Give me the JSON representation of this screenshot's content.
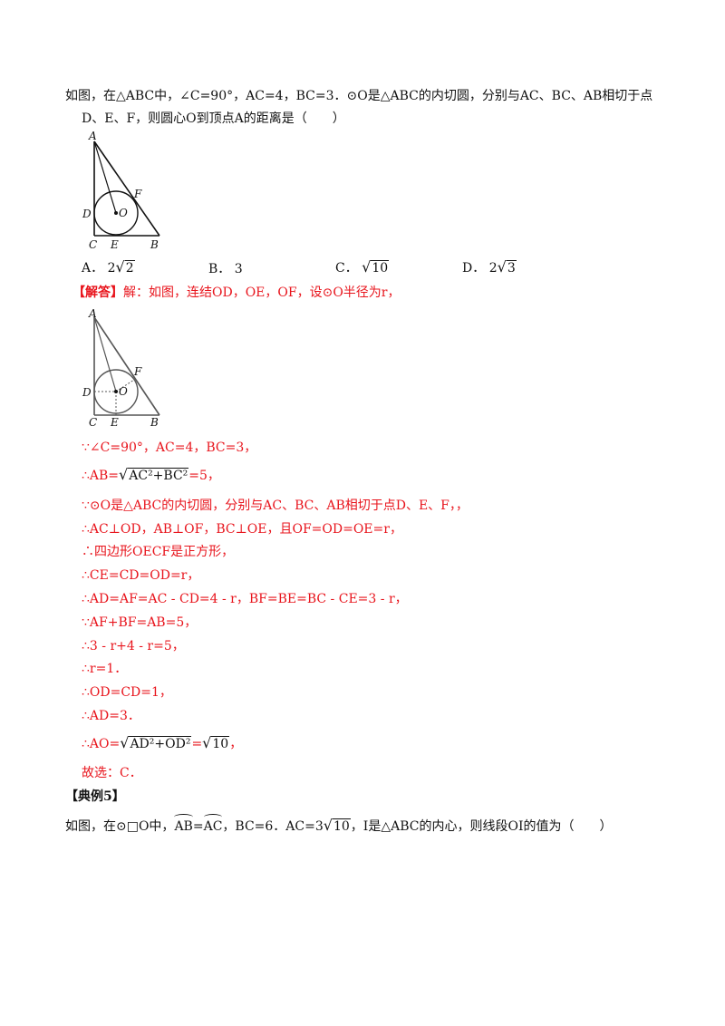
{
  "question": {
    "line1": "如图，在△ABC中，∠C=90°，AC=4，BC=3．⊙O是△ABC的内切圆，分别与AC、BC、AB相切于点",
    "line2": "D、E、F，则圆心O到顶点A的距离是（　　）"
  },
  "figure_labels": {
    "A": "A",
    "B": "B",
    "C": "C",
    "D": "D",
    "E": "E",
    "F": "F",
    "O": "O"
  },
  "options": {
    "a_label": "A．",
    "a_coef": "2",
    "a_rad": "2",
    "b_label": "B．",
    "b_val": "3",
    "c_label": "C．",
    "c_rad": "10",
    "d_label": "D．",
    "d_coef": "2",
    "d_rad": "3"
  },
  "solution": {
    "head": "【解答】",
    "intro": "解：如图，连结OD，OE，OF，设⊙O半径为r，",
    "s1": "∵∠C=90°，AC=4，BC=3，",
    "s2_pre": "∴AB=",
    "s2_rad": "AC²+BC²",
    "s2_post": "=5，",
    "s3": "∵⊙O是△ABC的内切圆，分别与AC、BC、AB相切于点D、E、F，，",
    "s4": "∴AC⊥OD，AB⊥OF，BC⊥OE，且OF=OD=OE=r，",
    "s5": "∴四边形OECF是正方形，",
    "s6": "∴CE=CD=OD=r，",
    "s7": "∴AD=AF=AC - CD=4 - r，BF=BE=BC - CE=3 - r，",
    "s8": "∵AF+BF=AB=5，",
    "s9": "∴3 - r+4 - r=5，",
    "s10": "∴r=1．",
    "s11": "∴OD=CD=1，",
    "s12": "∴AD=3．",
    "s13_pre": "∴AO=",
    "s13_rad": "AD²+OD²",
    "s13_eq": "=",
    "s13_rad2": "10",
    "s13_post": "，",
    "s14": "故选：C．"
  },
  "example": {
    "title": "【典例5】",
    "pre": "如图，在⊙□O中，",
    "arc1": "AB",
    "eq": "=",
    "arc2": "AC",
    "mid": "，BC=6．AC=3",
    "rad": "10",
    "post": "，I是△ABC的内心，则线段OI的值为（　　）"
  }
}
